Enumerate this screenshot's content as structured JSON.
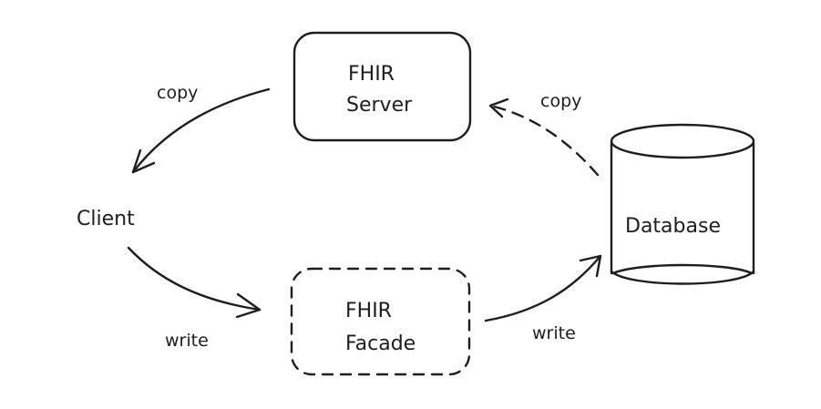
{
  "nodes": {
    "fhir_server": {
      "line1": "FHIR",
      "line2": "Server"
    },
    "fhir_facade": {
      "line1": "FHIR",
      "line2": "Facade"
    },
    "client": {
      "label": "Client"
    },
    "database": {
      "label": "Database"
    }
  },
  "edges": {
    "server_to_client": {
      "label": "copy"
    },
    "database_to_server": {
      "label": "copy"
    },
    "client_to_facade": {
      "label": "write"
    },
    "facade_to_database": {
      "label": "write"
    }
  }
}
